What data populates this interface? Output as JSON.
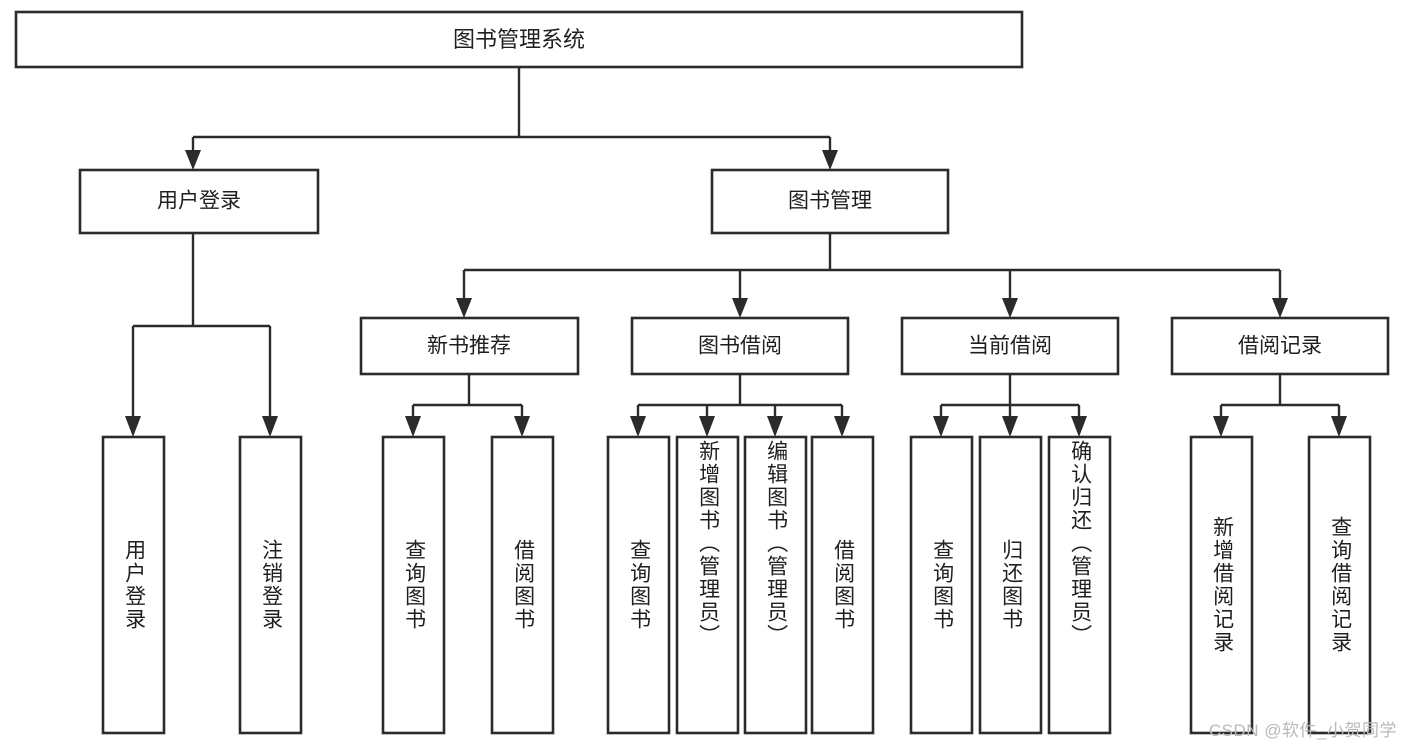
{
  "diagram": {
    "type": "tree",
    "title": "图书管理系统",
    "watermark": "CSDN @软件_小贺同学",
    "colors": {
      "stroke": "#2b2b2b",
      "fill": "#ffffff",
      "text": "#1f1f1f",
      "watermark": "#b9b9b9"
    },
    "levels": {
      "root": "图书管理系统",
      "level2": [
        "用户登录",
        "图书管理"
      ],
      "level3": [
        "新书推荐",
        "图书借阅",
        "当前借阅",
        "借阅记录"
      ]
    },
    "nodes": {
      "root": {
        "label": "图书管理系统",
        "orientation": "horizontal"
      },
      "user_login": {
        "label": "用户登录",
        "orientation": "horizontal"
      },
      "book_manage": {
        "label": "图书管理",
        "orientation": "horizontal"
      },
      "new_book_rec": {
        "label": "新书推荐",
        "orientation": "horizontal"
      },
      "book_borrow": {
        "label": "图书借阅",
        "orientation": "horizontal"
      },
      "current_borrow": {
        "label": "当前借阅",
        "orientation": "horizontal"
      },
      "borrow_record": {
        "label": "借阅记录",
        "orientation": "horizontal"
      },
      "leaf_user_login": {
        "label": "用户登录",
        "orientation": "vertical"
      },
      "leaf_user_logout": {
        "label": "注销登录",
        "orientation": "vertical"
      },
      "leaf_query_book_1": {
        "label": "查询图书",
        "orientation": "vertical"
      },
      "leaf_borrow_book_1": {
        "label": "借阅图书",
        "orientation": "vertical"
      },
      "leaf_query_book_2": {
        "label": "查询图书",
        "orientation": "vertical"
      },
      "leaf_add_book": {
        "label": "新增图书（管理员）",
        "orientation": "vertical"
      },
      "leaf_edit_book": {
        "label": "编辑图书（管理员）",
        "orientation": "vertical"
      },
      "leaf_borrow_book_2": {
        "label": "借阅图书",
        "orientation": "vertical"
      },
      "leaf_query_book_3": {
        "label": "查询图书",
        "orientation": "vertical"
      },
      "leaf_return_book": {
        "label": "归还图书",
        "orientation": "vertical"
      },
      "leaf_confirm_return": {
        "label": "确认归还（管理员）",
        "orientation": "vertical"
      },
      "leaf_add_record": {
        "label": "新增借阅记录",
        "orientation": "vertical"
      },
      "leaf_query_record": {
        "label": "查询借阅记录",
        "orientation": "vertical"
      }
    },
    "edges": [
      {
        "from": "root",
        "to": "user_login"
      },
      {
        "from": "root",
        "to": "book_manage"
      },
      {
        "from": "user_login",
        "to": "leaf_user_login"
      },
      {
        "from": "user_login",
        "to": "leaf_user_logout"
      },
      {
        "from": "book_manage",
        "to": "new_book_rec"
      },
      {
        "from": "book_manage",
        "to": "book_borrow"
      },
      {
        "from": "book_manage",
        "to": "current_borrow"
      },
      {
        "from": "book_manage",
        "to": "borrow_record"
      },
      {
        "from": "new_book_rec",
        "to": "leaf_query_book_1"
      },
      {
        "from": "new_book_rec",
        "to": "leaf_borrow_book_1"
      },
      {
        "from": "book_borrow",
        "to": "leaf_query_book_2"
      },
      {
        "from": "book_borrow",
        "to": "leaf_add_book"
      },
      {
        "from": "book_borrow",
        "to": "leaf_edit_book"
      },
      {
        "from": "book_borrow",
        "to": "leaf_borrow_book_2"
      },
      {
        "from": "current_borrow",
        "to": "leaf_query_book_3"
      },
      {
        "from": "current_borrow",
        "to": "leaf_return_book"
      },
      {
        "from": "current_borrow",
        "to": "leaf_confirm_return"
      },
      {
        "from": "borrow_record",
        "to": "leaf_add_record"
      },
      {
        "from": "borrow_record",
        "to": "leaf_query_record"
      }
    ]
  }
}
